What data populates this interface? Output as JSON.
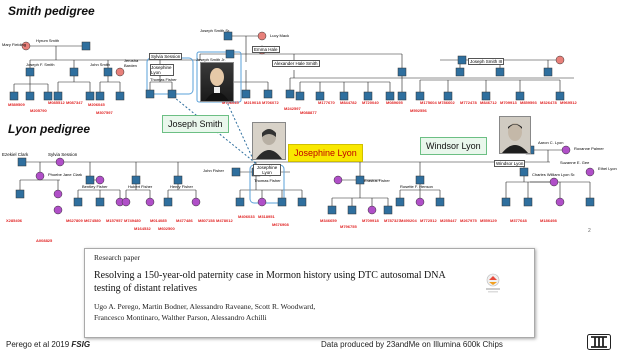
{
  "headings": {
    "smith": "Smith pedigree",
    "lyon": "Lyon pedigree"
  },
  "callouts": {
    "joseph_smith": "Joseph Smith",
    "josephine_lyon": "Josephine Lyon",
    "windsor_lyon": "Windsor Lyon"
  },
  "tree_labels": {
    "hyrum_smith": "Hyrum Smith",
    "mary_fielding": "Mary Fielding",
    "joseph_smith_sr": "Joseph Smith Sr.",
    "lucy_mack": "Lucy Mack",
    "joseph_f_smith": "Joseph F. Smith",
    "jerusha_barden": "Jerusha Barden",
    "john_smith": "John Smith",
    "sylvia_session": "Sylvia Session",
    "emma_hale": "Emma Hale",
    "josephine_lyon_node": "Josephine Lyon",
    "thomas_fisher": "Thomas Fisher",
    "joseph_smith_jr": "Joseph Smith Jr.",
    "alexander_hale_smith": "Alexander Hale Smith",
    "joseph_smith_iii": "Joseph Smith III",
    "ezekiel_clark": "Ezekiel Clark",
    "sylvia_session_lyon": "Sylvia Session",
    "phoebe_jane_clark": "Phoebe Jane Clark",
    "john_fisher": "John Fisher",
    "thomas_fisher_lyon": "Thomas Fisher",
    "josephine_lyon_lyon": "Josephine Lyon",
    "erastus_fisher": "Erastus Fisher",
    "rosette_f_henson": "Rosette F. Henson",
    "aaron_c_lyon": "Aaron C. Lyon",
    "roxanne_palmer": "Roxanne Palmer",
    "suzanne_e_gee": "Suzanne E. Gee",
    "charles_william_lyon_sr": "Charles William Lyon Sr.",
    "ethel_lyon": "Ethel Lyon",
    "windsor_lyon_node": "Windsor Lyon",
    "bentley_fisher": "Bentley Fisher",
    "hubert_fisher": "Hubert Fisher",
    "henry_fisher": "Henry Fisher"
  },
  "sample_ids_smith": [
    "M589509",
    "M205790",
    "M085512",
    "M087347",
    "M206045",
    "M307597",
    "M706045",
    "M219018",
    "M706072",
    "M242597",
    "M088877",
    "M177670",
    "M844782",
    "M720040",
    "M089695",
    "M592556",
    "M175604",
    "M786602",
    "M772478",
    "M846712",
    "M709913",
    "M859593",
    "M326478",
    "M969512"
  ],
  "sample_ids_lyon": [
    "X285406",
    "A008825",
    "M627809",
    "M674580",
    "M157957",
    "M749480",
    "M164532",
    "M014085",
    "M602500",
    "M477486",
    "M807158",
    "M478012",
    "M406033",
    "M318951",
    "M676908",
    "M346659",
    "M796755",
    "M709918",
    "M787327",
    "M490204",
    "M772512",
    "M255447",
    "M267975",
    "M559129",
    "M377648",
    "M186498"
  ],
  "paper": {
    "type": "Research paper",
    "title": "Resolving a 150-year-old paternity case in Mormon history using DTC autosomal DNA testing of distant relatives",
    "authors_line1": "Ugo A. Perego, Martin Bodner, Alessandro Raveane, Scott R. Woodward,",
    "authors_line2": "Francesco Montinaro, Walther Parson, Alessandro Achilli",
    "page_no": "2"
  },
  "footer": {
    "citation": "Perego et al 2019",
    "journal": "FSIG",
    "right": "Data produced by 23andMe on Illumina 600k Chips"
  },
  "colors": {
    "male": "#2f6f9e",
    "female": "#e8807a",
    "female_lyon": "#b04fc8",
    "sample_id": "#e02020",
    "callout_green_bg": "#e9f7ec",
    "callout_yellow_bg": "#f9e800"
  }
}
